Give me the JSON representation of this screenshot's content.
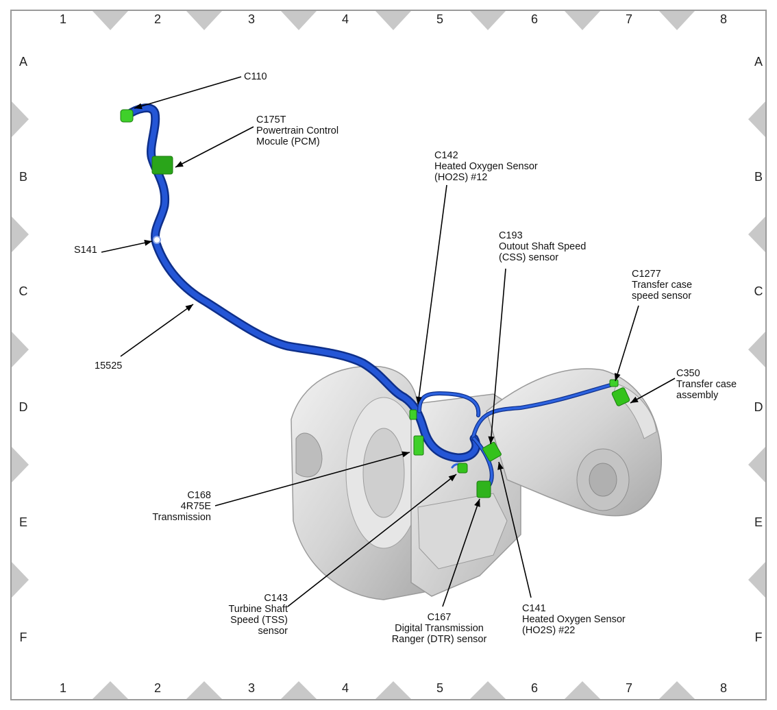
{
  "grid": {
    "columns": [
      "1",
      "2",
      "3",
      "4",
      "5",
      "6",
      "7",
      "8"
    ],
    "rows": [
      "A",
      "B",
      "C",
      "D",
      "E",
      "F"
    ]
  },
  "callouts": [
    {
      "id": "c110",
      "lines": [
        "C110"
      ]
    },
    {
      "id": "c175t",
      "lines": [
        "C175T",
        "Powertrain Control",
        "Mocule (PCM)"
      ]
    },
    {
      "id": "s141",
      "lines": [
        "S141"
      ]
    },
    {
      "id": "w15525",
      "lines": [
        "15525"
      ]
    },
    {
      "id": "c142",
      "lines": [
        "C142",
        "Heated Oxygen Sensor",
        "(HO2S) #12"
      ]
    },
    {
      "id": "c193",
      "lines": [
        "C193",
        "Outout Shaft Speed",
        "(CSS) sensor"
      ]
    },
    {
      "id": "c1277",
      "lines": [
        "C1277",
        "Transfer case",
        "speed sensor"
      ]
    },
    {
      "id": "c350",
      "lines": [
        "C350",
        "Transfer case",
        "assembly"
      ]
    },
    {
      "id": "c168",
      "lines": [
        "C168",
        "4R75E",
        "Transmission"
      ]
    },
    {
      "id": "c143",
      "lines": [
        "C143",
        "Turbine Shaft",
        "Speed (TSS)",
        "sensor"
      ]
    },
    {
      "id": "c167",
      "lines": [
        "C167",
        "Digital Transmission",
        "Ranger (DTR) sensor"
      ]
    },
    {
      "id": "c141",
      "lines": [
        "C141",
        "Heated Oxygen Sensor",
        "(HO2S) #22"
      ]
    }
  ],
  "colors": {
    "harness": "#1f4fc4",
    "connector": "#34c21c",
    "transmission": "#d2d2d2",
    "frame_marker": "#c8c8c8"
  }
}
